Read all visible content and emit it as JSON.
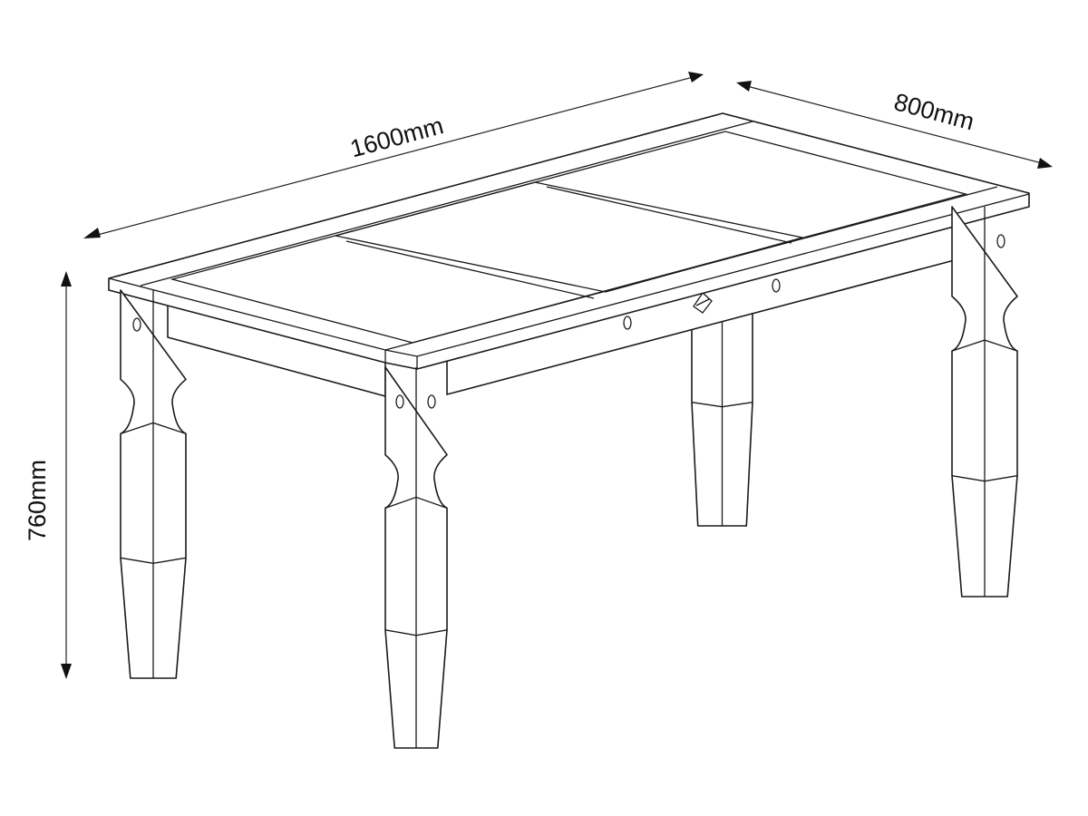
{
  "title": "Table dimension drawing",
  "dimensions": {
    "length": "1600mm",
    "width": "800mm",
    "height": "760mm"
  },
  "colors": {
    "line": "#1a1a1a",
    "background": "#ffffff"
  }
}
